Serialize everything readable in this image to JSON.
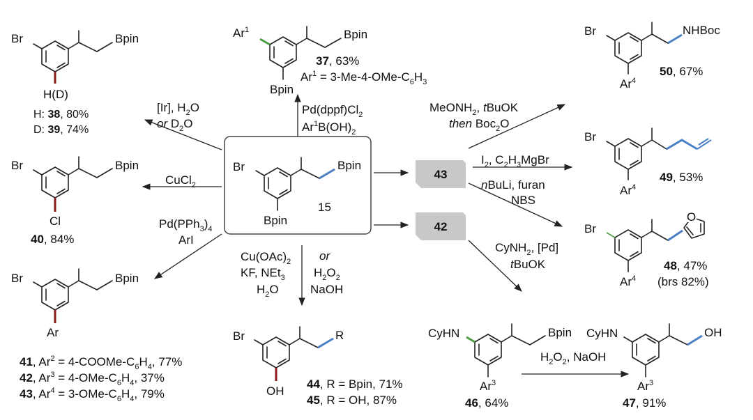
{
  "colors": {
    "green": "#4f9a45",
    "red": "#8b1a1a",
    "blue": "#4b7fc4",
    "box": "#444444",
    "tag": "#c8c8c8"
  },
  "center": {
    "br": "Br",
    "bpin_side": "Bpin",
    "bpin_bottom": "Bpin",
    "number": "15"
  },
  "tags": {
    "t43": "43",
    "t42": "42"
  },
  "c38": {
    "br": "Br",
    "bpin": "Bpin",
    "sub": "H(D)",
    "line1_label": "H: ",
    "line1_num": "38",
    "line1_yield": ", 80%",
    "line2_label": "D: ",
    "line2_num": "39",
    "line2_yield": ", 74%"
  },
  "c37": {
    "ar_main": "Ar",
    "ar_sup": "1",
    "bpin": "Bpin",
    "bpin_bottom": "Bpin",
    "num": "37",
    "yield": ", 63%",
    "def_ar": "Ar",
    "def_sup": "1",
    "def_pre": " = 3-Me-4-OMe-C",
    "def_sub": "6",
    "def_post": "H",
    "def_sub2": "3"
  },
  "c40": {
    "br": "Br",
    "bpin": "Bpin",
    "sub": "Cl",
    "num": "40",
    "yield": ", 84%"
  },
  "c41": {
    "br": "Br",
    "bpin": "Bpin",
    "sub": "Ar",
    "lines": [
      {
        "num": "41",
        "a": ", Ar",
        "sup": "2",
        "b": " = 4-COOMe-C",
        "s1": "6",
        "c": "H",
        "s2": "4",
        "d": ", 77%"
      },
      {
        "num": "42",
        "a": ", Ar",
        "sup": "3",
        "b": " = 4-OMe-C",
        "s1": "6",
        "c": "H",
        "s2": "4",
        "d": ", 37%"
      },
      {
        "num": "43",
        "a": ", Ar",
        "sup": "4",
        "b": " = 3-OMe-C",
        "s1": "6",
        "c": "H",
        "s2": "4",
        "d": ", 79%"
      }
    ]
  },
  "c44": {
    "br": "Br",
    "r": "R",
    "oh": "OH",
    "num44": "44",
    "y44": ", R = Bpin, 71%",
    "num45": "45",
    "y45": ", R = OH, 87%"
  },
  "c50": {
    "br": "Br",
    "nhboc": "NHBoc",
    "ar": "Ar",
    "sup": "4",
    "num": "50",
    "yield": ", 67%"
  },
  "c49": {
    "br": "Br",
    "ar": "Ar",
    "sup": "4",
    "num": "49",
    "yield": ", 53%"
  },
  "c48": {
    "br": "Br",
    "o": "O",
    "ar": "Ar",
    "sup": "4",
    "num": "48",
    "yield": ",  47%",
    "brs": "(brs 82%)"
  },
  "c46": {
    "cyhn": "CyHN",
    "bpin": "Bpin",
    "ar": "Ar",
    "sup": "3",
    "num": "46",
    "yield": ", 64%"
  },
  "c47": {
    "cyhn": "CyHN",
    "oh": "OH",
    "ar": "Ar",
    "sup": "3",
    "num": "47",
    "yield": ", 91%"
  },
  "reagents": {
    "ir": "[Ir], H",
    "ir_sub": "2",
    "ir_o": "O",
    "ir_or": "or",
    "ir_d": " D",
    "ir_dsub": "2",
    "ir_do": "O",
    "pd1": "Pd(dppf)Cl",
    "pd1_sub": "2",
    "ar1": "Ar",
    "ar1_sup": "1",
    "ar1_b": "B(OH)",
    "ar1_sub": "2",
    "cucl": "CuCl",
    "cucl_sub": "2",
    "pdpph": "Pd(PPh",
    "pdpph_sub": "3",
    "pdpph_end": ")",
    "pdpph_sub2": "4",
    "ari": "ArI",
    "cuoac": "Cu(OAc)",
    "cuoac_sub": "2",
    "kf": "KF, NEt",
    "kf_sub": "3",
    "h2o": "H",
    "h2o_sub": "2",
    "h2o_o": "O",
    "or": "or",
    "h2o2": "H",
    "h2o2_s1": "2",
    "h2o2_o": "O",
    "h2o2_s2": "2",
    "naoh": "NaOH",
    "meonh": "MeONH",
    "meonh_sub": "2",
    "meonh_b": ", ",
    "meonh_t": "t",
    "meonh_c": "BuOK",
    "then": "then",
    "boc": " Boc",
    "boc_sub": "2",
    "boc_o": "O",
    "i2": "I",
    "i2_sub": "2",
    "i2_b": ", C",
    "i2_s2": "2",
    "i2_c": "H",
    "i2_s3": "3",
    "i2_d": "MgBr",
    "nbuli_n": "n",
    "nbuli": "BuLi, furan",
    "nbs": "NBS",
    "cynh": "CyNH",
    "cynh_sub": "2",
    "cynh_b": ", [Pd]",
    "tbu_t": "t",
    "tbu": "BuOK",
    "h2o2naoh": "H",
    "h2o2naoh_s1": "2",
    "h2o2naoh_o": "O",
    "h2o2naoh_s2": "2",
    "h2o2naoh_b": ", NaOH"
  }
}
